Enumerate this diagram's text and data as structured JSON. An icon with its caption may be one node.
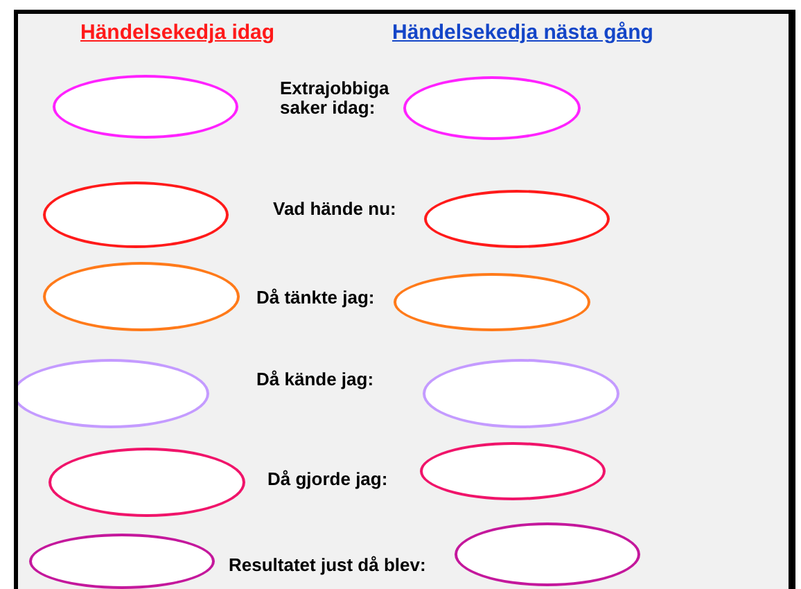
{
  "diagram": {
    "nodes": [
      {
        "text": [],
        "shape": "ellipse"
      },
      {
        "text": [],
        "shape": "ellipse"
      },
      {
        "text": [],
        "shape": "ellipse"
      },
      {
        "text": [],
        "shape": "ellipse"
      },
      {
        "text": [],
        "shape": "ellipse"
      },
      {
        "text": [],
        "shape": "ellipse"
      },
      {
        "text": [],
        "shape": "ellipse"
      },
      {
        "text": [],
        "shape": "ellipse"
      },
      {
        "text": [],
        "shape": "ellipse"
      },
      {
        "text": [],
        "shape": "ellipse"
      },
      {
        "text": [],
        "shape": "ellipse"
      },
      {
        "text": [],
        "shape": "ellipse"
      }
    ],
    "labels": [
      "Händelsekedja idag",
      "Händelsekedja nästa gång",
      "Extrajobbiga saker idag:",
      "Vad hände nu:",
      "Då tänkte jag:",
      "Då kände jag:",
      "Då gjorde jag:",
      "Resultatet just då blev:"
    ]
  }
}
